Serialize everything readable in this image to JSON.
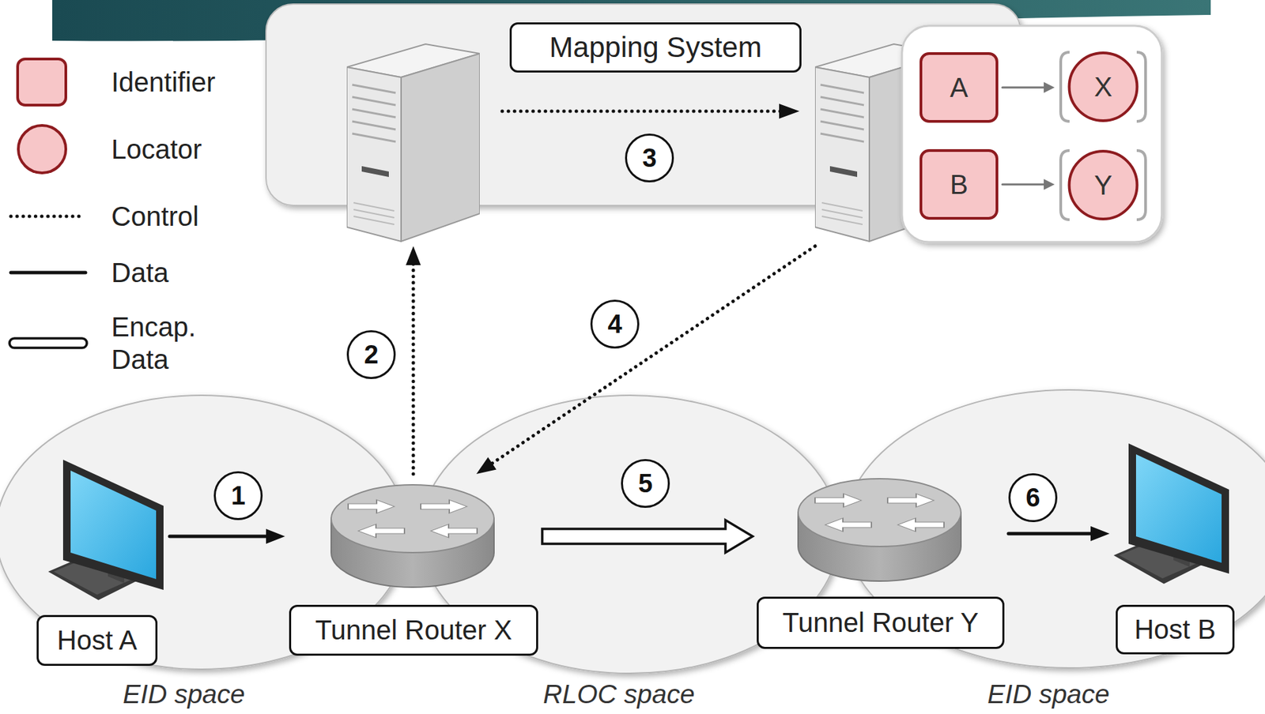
{
  "diagram": {
    "nodes": [
      {
        "text": [
          "Mapping System"
        ]
      },
      {
        "text": [
          "A"
        ],
        "in": 0
      },
      {
        "text": [
          "X"
        ],
        "in": 0
      },
      {
        "text": [
          "B"
        ],
        "in": 0
      },
      {
        "text": [
          "Y"
        ],
        "in": 0
      },
      {
        "text": [
          "Host A"
        ]
      },
      {
        "text": [
          "Tunnel Router X"
        ]
      },
      {
        "text": [
          "Tunnel Router Y"
        ]
      },
      {
        "text": [
          "Host B"
        ]
      }
    ],
    "edges": [
      {
        "from": 1,
        "to": 2,
        "arrow": "to"
      },
      {
        "from": 3,
        "to": 4,
        "arrow": "to"
      },
      {
        "from": 5,
        "to": 6,
        "arrow": "to"
      },
      {
        "from": 6,
        "to": 0,
        "arrow": "to"
      },
      {
        "from": 0,
        "to": 6,
        "arrow": "to"
      },
      {
        "from": 6,
        "to": 7,
        "arrow": "to"
      },
      {
        "from": 7,
        "to": 8,
        "arrow": "to"
      }
    ],
    "labels": [
      "1",
      "2",
      "3",
      "4",
      "5",
      "6",
      "EID space",
      "RLOC space",
      "EID space"
    ],
    "legend": [
      {
        "text": "Identifier",
        "color": "#f7c6c8"
      },
      {
        "text": "Locator",
        "color": "#f7c6c8"
      },
      {
        "text": "Control"
      },
      {
        "text": "Data"
      },
      {
        "text": "Encap. Data"
      }
    ]
  }
}
